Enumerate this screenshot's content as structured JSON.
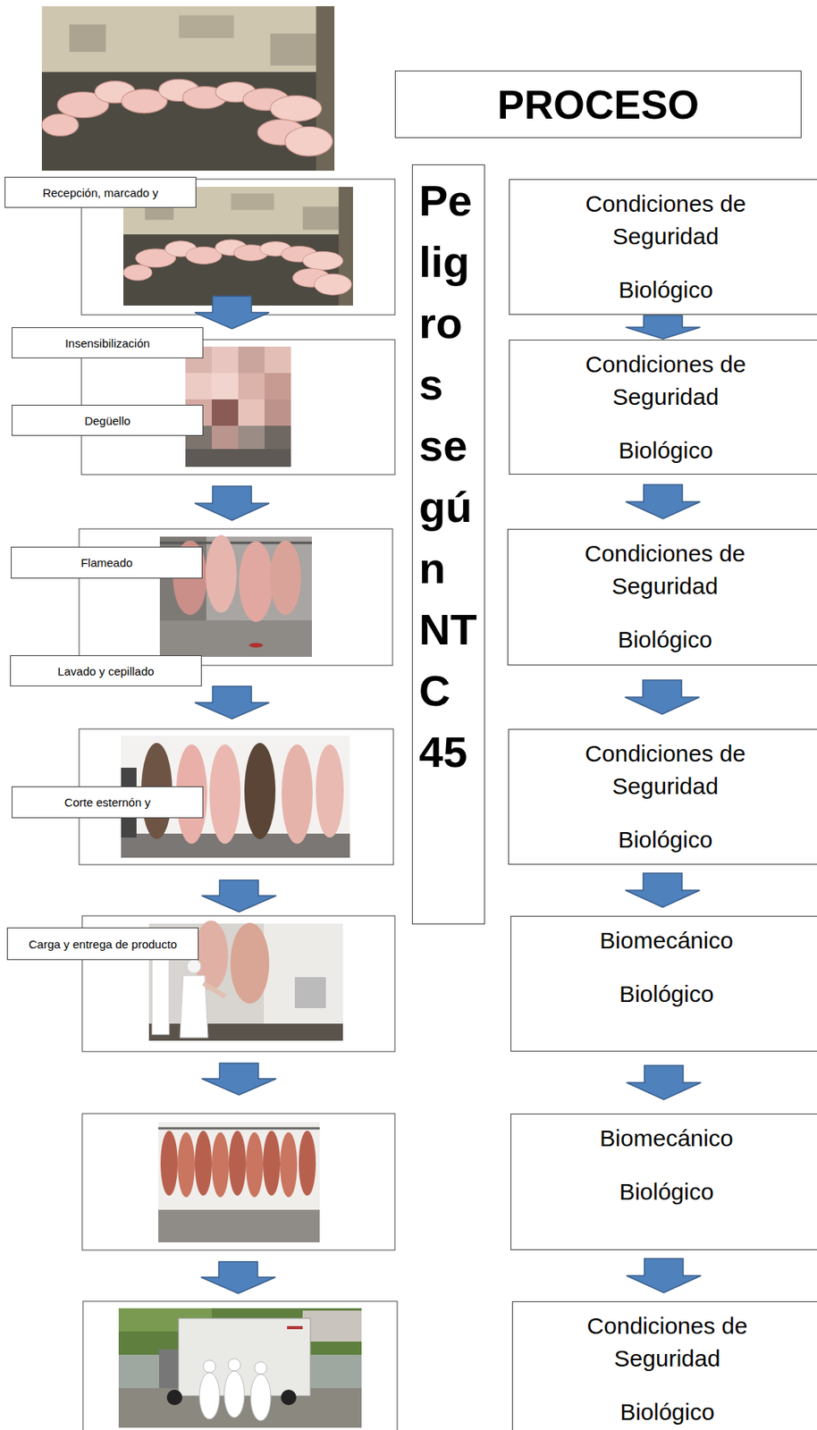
{
  "diagram": {
    "nodes": [
      {
        "text": [
          "PROCESO"
        ]
      },
      {
        "text": [
          "Recepción, marcado y"
        ]
      },
      {
        "text": [
          "Peligros según NTC 45"
        ]
      },
      {
        "text": [
          "Condiciones de Seguridad",
          "Biológico"
        ]
      },
      {
        "text": [
          "Insensibilización"
        ]
      },
      {
        "text": [
          "Degüello"
        ]
      },
      {
        "text": [
          "Condiciones de Seguridad",
          "Biológico"
        ]
      },
      {
        "text": [
          "Flameado"
        ]
      },
      {
        "text": [
          "Condiciones de Seguridad",
          "Biológico"
        ]
      },
      {
        "text": [
          "Lavado y cepillado"
        ]
      },
      {
        "text": [
          "Corte esternón y"
        ]
      },
      {
        "text": [
          "Condiciones de Seguridad",
          "Biológico"
        ]
      },
      {
        "text": [
          "Carga y entrega de producto"
        ]
      },
      {
        "text": [
          "Biomecánico",
          "Biológico"
        ]
      },
      {
        "text": [
          "Biomecánico",
          "Biológico"
        ]
      },
      {
        "text": [
          "Condiciones de Seguridad",
          "Biológico"
        ]
      }
    ],
    "edges": [
      {
        "from": 3,
        "to": 6,
        "arrow": "to"
      },
      {
        "from": 6,
        "to": 8,
        "arrow": "to"
      },
      {
        "from": 8,
        "to": 11,
        "arrow": "to"
      },
      {
        "from": 11,
        "to": 13,
        "arrow": "to"
      },
      {
        "from": 13,
        "to": 14,
        "arrow": "to"
      },
      {
        "from": 14,
        "to": 15,
        "arrow": "to"
      }
    ]
  }
}
